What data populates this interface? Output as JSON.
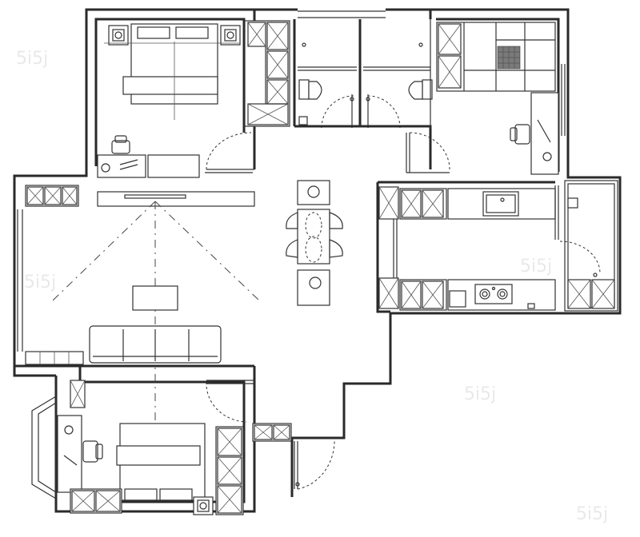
{
  "watermark": {
    "text": "5i5j"
  },
  "rooms": [
    {
      "id": "master-bedroom"
    },
    {
      "id": "bathroom-left"
    },
    {
      "id": "bathroom-right"
    },
    {
      "id": "study-bedroom"
    },
    {
      "id": "living-room"
    },
    {
      "id": "dining-area"
    },
    {
      "id": "kitchen"
    },
    {
      "id": "balcony"
    },
    {
      "id": "second-bedroom"
    },
    {
      "id": "entrance"
    }
  ],
  "icons": [
    "window",
    "door-swing",
    "wardrobe",
    "bed",
    "nightstand",
    "desk",
    "chair",
    "sofa",
    "tv-cabinet",
    "dining-table",
    "sink",
    "toilet",
    "stove",
    "washing-machine"
  ]
}
